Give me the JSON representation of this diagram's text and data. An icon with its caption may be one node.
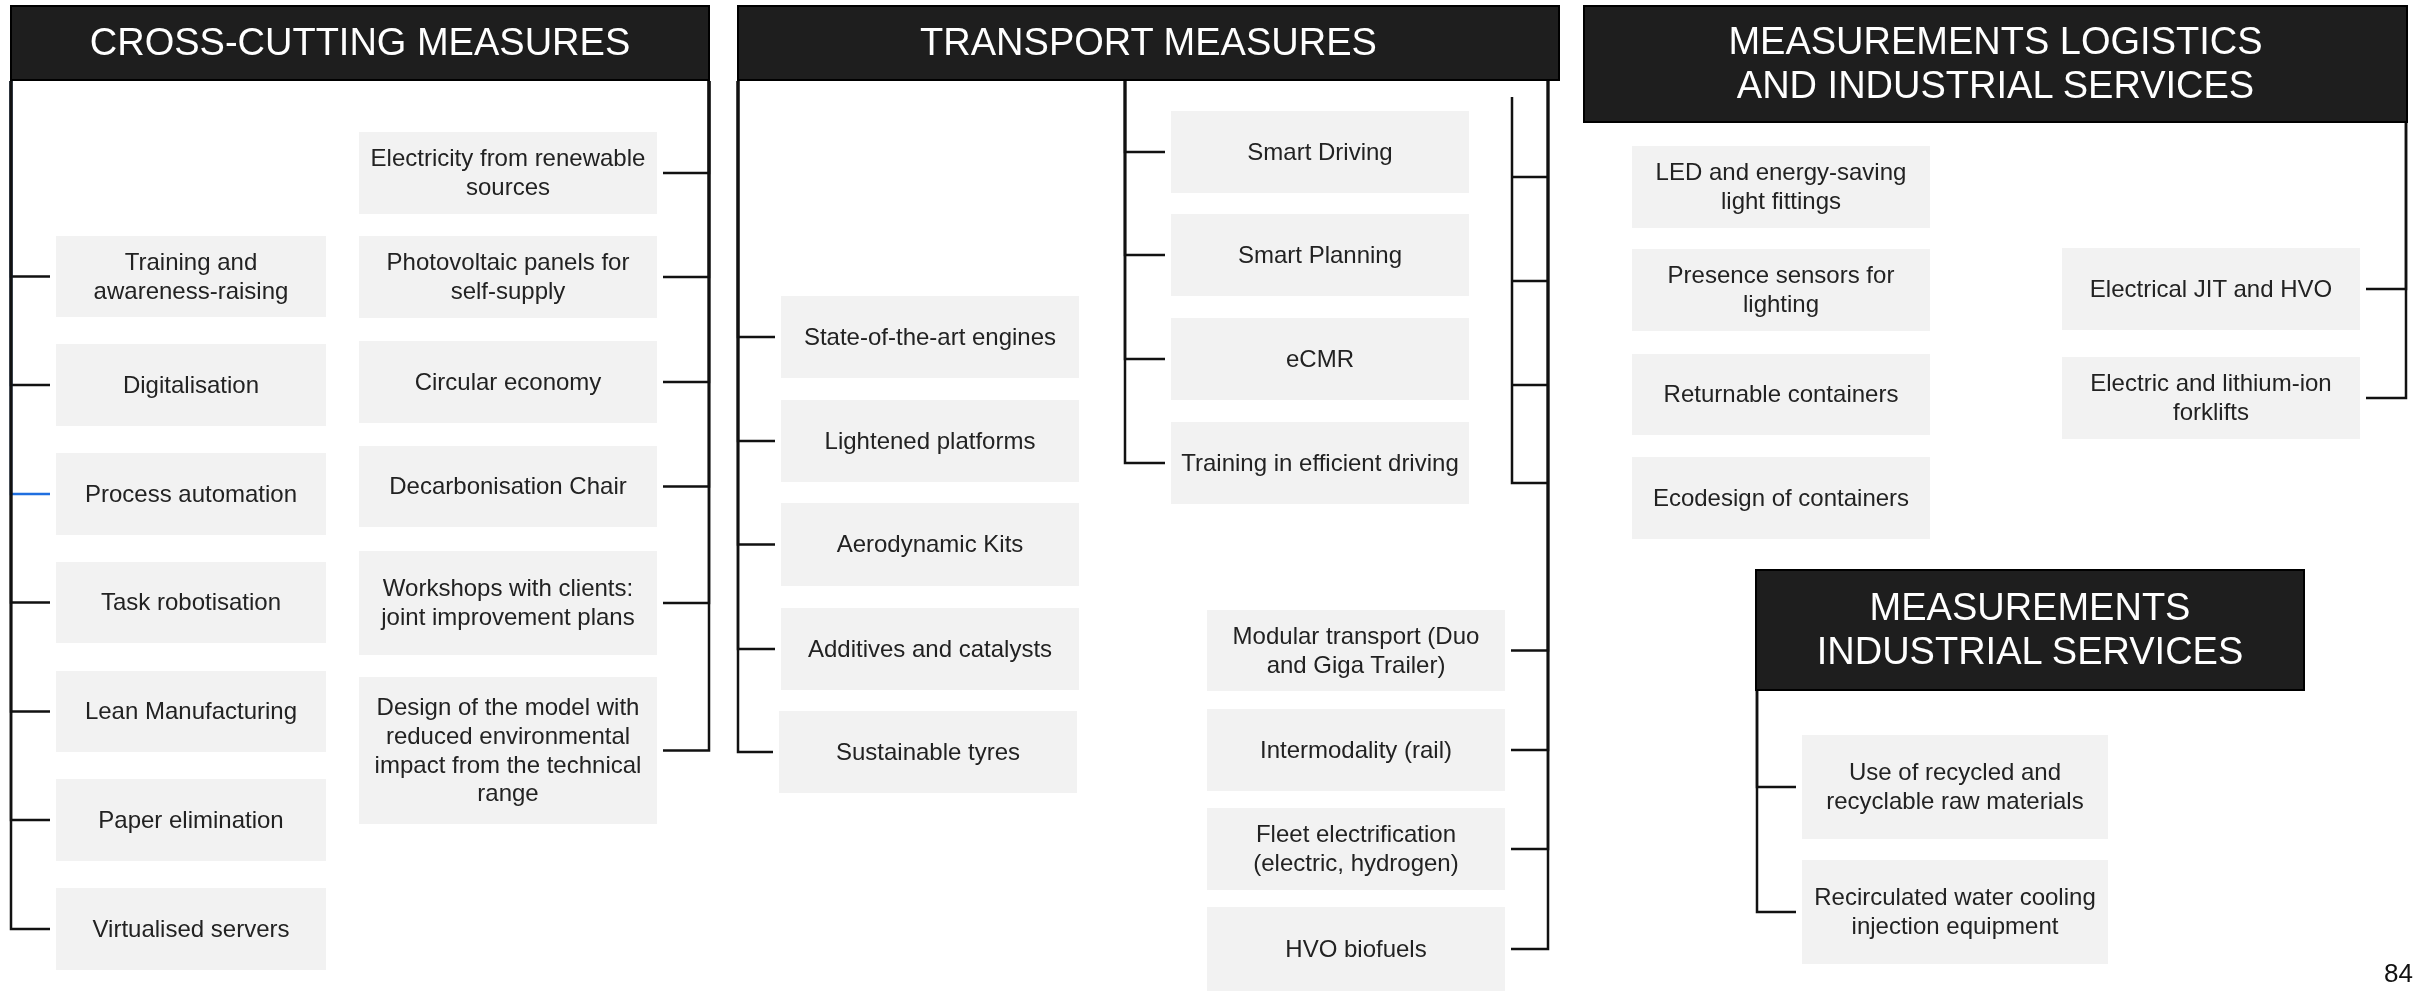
{
  "diagram": {
    "nodes": [
      {
        "text": [
          "CROSS-CUTTING MEASURES"
        ]
      },
      {
        "text": [
          "Training and awareness-raising"
        ]
      },
      {
        "text": [
          "Digitalisation"
        ]
      },
      {
        "text": [
          "Process automation"
        ]
      },
      {
        "text": [
          "Task robotisation"
        ]
      },
      {
        "text": [
          "Lean Manufacturing"
        ]
      },
      {
        "text": [
          "Paper elimination"
        ]
      },
      {
        "text": [
          "Virtualised servers"
        ]
      },
      {
        "text": [
          "Electricity from renewable sources"
        ]
      },
      {
        "text": [
          "Photovoltaic panels for self-supply"
        ]
      },
      {
        "text": [
          "Circular economy"
        ]
      },
      {
        "text": [
          "Decarbonisation Chair"
        ]
      },
      {
        "text": [
          "Workshops with clients: joint improvement plans"
        ]
      },
      {
        "text": [
          "Design of the model with reduced environmental impact from the technical range"
        ]
      },
      {
        "text": [
          "TRANSPORT MEASURES"
        ]
      },
      {
        "text": [
          "State-of-the-art engines"
        ]
      },
      {
        "text": [
          "Lightened platforms"
        ]
      },
      {
        "text": [
          "Aerodynamic Kits"
        ]
      },
      {
        "text": [
          "Additives and catalysts"
        ]
      },
      {
        "text": [
          "Sustainable tyres"
        ]
      },
      {
        "text": [
          "Smart Driving"
        ]
      },
      {
        "text": [
          "Smart Planning"
        ]
      },
      {
        "text": [
          "eCMR"
        ]
      },
      {
        "text": [
          "Training in efficient driving"
        ]
      },
      {
        "text": [
          "Modular transport (Duo and Giga Trailer)"
        ]
      },
      {
        "text": [
          "Intermodality (rail)"
        ]
      },
      {
        "text": [
          "Fleet electrification (electric, hydrogen)"
        ]
      },
      {
        "text": [
          "HVO biofuels"
        ]
      },
      {
        "text": [
          "MEASUREMENTS LOGISTICS AND INDUSTRIAL SERVICES"
        ]
      },
      {
        "text": [
          "LED and energy-saving light fittings"
        ]
      },
      {
        "text": [
          "Presence sensors for lighting"
        ]
      },
      {
        "text": [
          "Returnable containers"
        ]
      },
      {
        "text": [
          "Ecodesign of containers"
        ]
      },
      {
        "text": [
          "Electrical JIT and HVO"
        ]
      },
      {
        "text": [
          "Electric and lithium-ion forklifts"
        ]
      },
      {
        "text": [
          "MEASUREMENTS INDUSTRIAL SERVICES"
        ]
      },
      {
        "text": [
          "Use of recycled and recyclable raw materials"
        ]
      },
      {
        "text": [
          "Recirculated water cooling injection equipment"
        ]
      }
    ],
    "edges": [
      {
        "from": 0,
        "to": 1,
        "arrow": "none"
      },
      {
        "from": 0,
        "to": 2,
        "arrow": "none"
      },
      {
        "from": 0,
        "to": 3,
        "arrow": "none",
        "color": "#1f6fe0"
      },
      {
        "from": 0,
        "to": 4,
        "arrow": "none"
      },
      {
        "from": 0,
        "to": 5,
        "arrow": "none"
      },
      {
        "from": 0,
        "to": 6,
        "arrow": "none"
      },
      {
        "from": 0,
        "to": 7,
        "arrow": "none"
      },
      {
        "from": 0,
        "to": 8,
        "arrow": "none"
      },
      {
        "from": 0,
        "to": 9,
        "arrow": "none"
      },
      {
        "from": 0,
        "to": 10,
        "arrow": "none"
      },
      {
        "from": 0,
        "to": 11,
        "arrow": "none"
      },
      {
        "from": 0,
        "to": 12,
        "arrow": "none"
      },
      {
        "from": 0,
        "to": 13,
        "arrow": "none"
      },
      {
        "from": 14,
        "to": 15,
        "arrow": "none"
      },
      {
        "from": 14,
        "to": 16,
        "arrow": "none"
      },
      {
        "from": 14,
        "to": 17,
        "arrow": "none"
      },
      {
        "from": 14,
        "to": 18,
        "arrow": "none"
      },
      {
        "from": 14,
        "to": 19,
        "arrow": "none"
      },
      {
        "from": 14,
        "to": 20,
        "arrow": "none"
      },
      {
        "from": 14,
        "to": 21,
        "arrow": "none"
      },
      {
        "from": 14,
        "to": 22,
        "arrow": "none"
      },
      {
        "from": 14,
        "to": 23,
        "arrow": "none"
      },
      {
        "from": 14,
        "to": 24,
        "arrow": "none"
      },
      {
        "from": 14,
        "to": 25,
        "arrow": "none"
      },
      {
        "from": 14,
        "to": 26,
        "arrow": "none"
      },
      {
        "from": 14,
        "to": 27,
        "arrow": "none"
      },
      {
        "from": 28,
        "to": 33,
        "arrow": "none"
      },
      {
        "from": 28,
        "to": 34,
        "arrow": "none"
      },
      {
        "from": 35,
        "to": 36,
        "arrow": "none"
      },
      {
        "from": 35,
        "to": 37,
        "arrow": "none"
      }
    ],
    "labels": [
      "84"
    ]
  }
}
